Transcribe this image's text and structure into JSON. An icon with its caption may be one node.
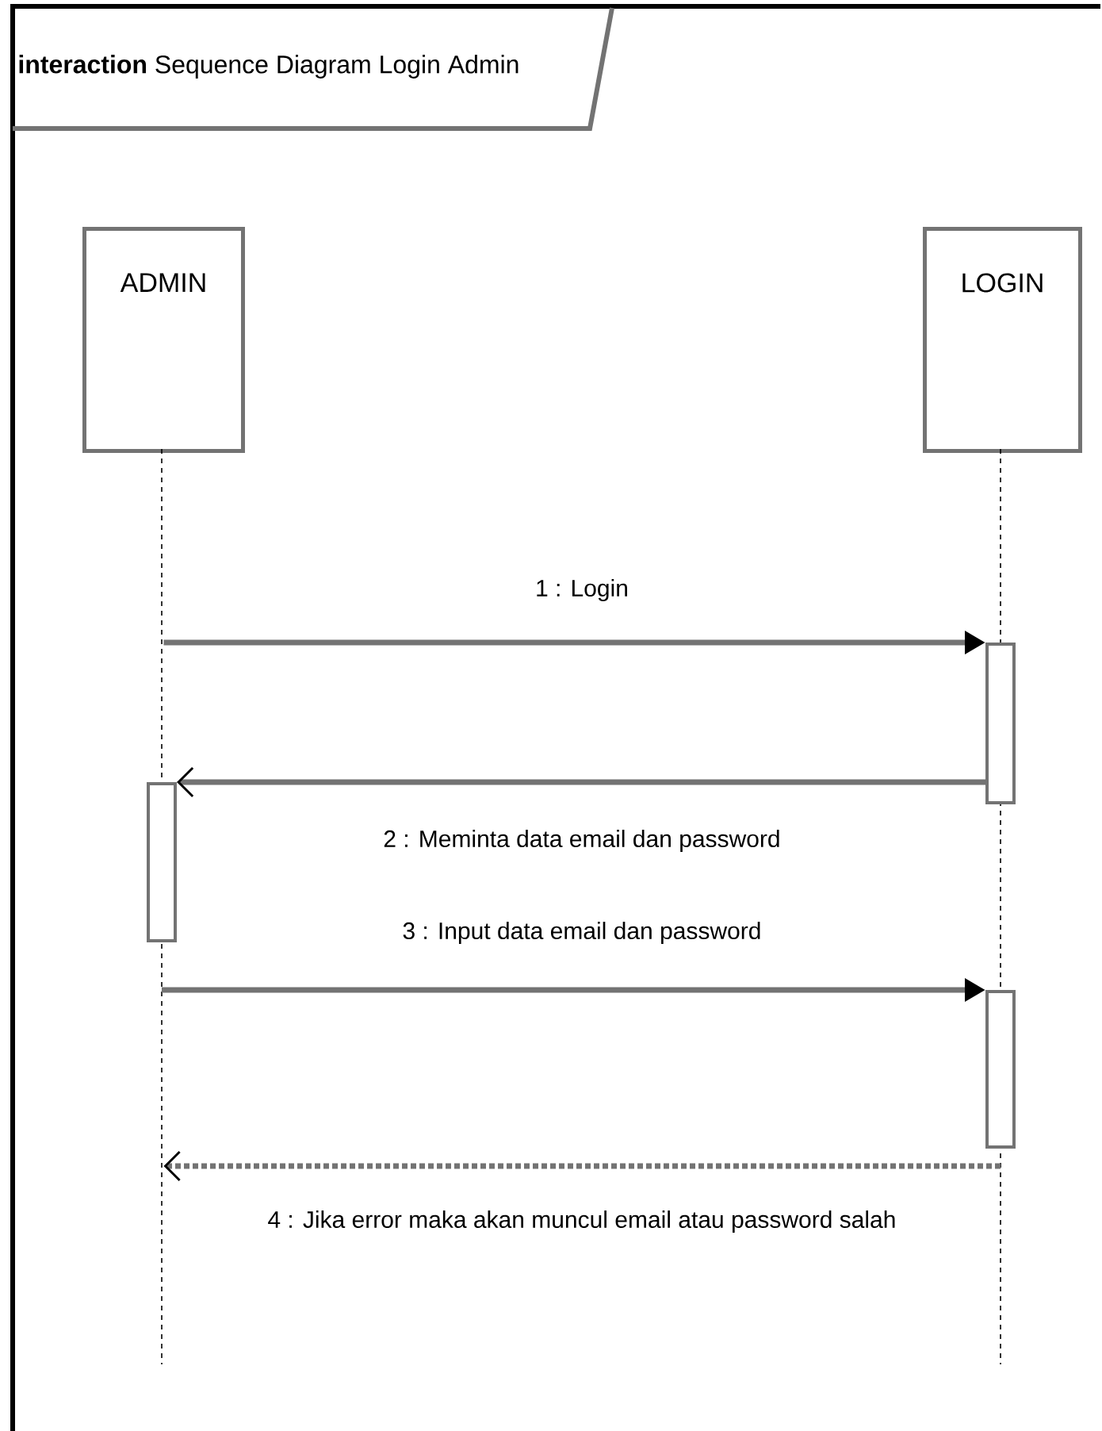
{
  "diagram": {
    "title": "**interaction** Sequence Diagram Login Admin",
    "nodes": [
      {
        "text": [
          "ADMIN"
        ]
      },
      {
        "text": [
          "LOGIN"
        ]
      },
      {
        "text": [],
        "shape": "box",
        "in": 1
      },
      {
        "text": [],
        "shape": "box",
        "in": 0
      },
      {
        "text": [],
        "shape": "box",
        "in": 1
      }
    ],
    "edges": [
      {
        "from": 0,
        "to": 2,
        "arrow": "to",
        "label": "1 : Login"
      },
      {
        "from": 2,
        "to": 3,
        "arrow": "to",
        "label": "2 : Meminta data email dan password"
      },
      {
        "from": 3,
        "to": 4,
        "arrow": "to",
        "label": "3 : Input data email dan password"
      },
      {
        "from": 4,
        "to": 0,
        "arrow": "to",
        "style": "dashed",
        "label": "4 : Jika error maka akan muncul email atau password salah"
      }
    ]
  }
}
